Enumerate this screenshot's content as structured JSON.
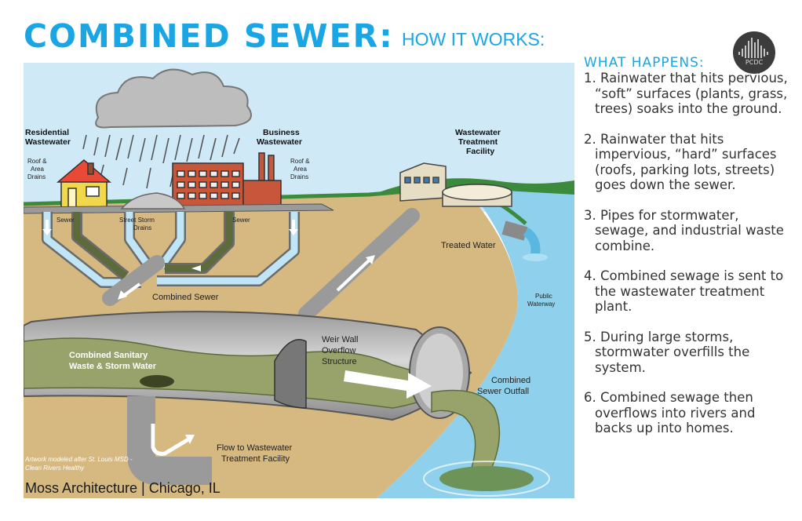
{
  "title": "COMBINED SEWER:",
  "subtitle": "HOW IT WORKS:",
  "logo_text": "PCDC",
  "sidebar": {
    "heading": "WHAT HAPPENS:",
    "steps": [
      "1. Rainwater that hits pervious, “soft” surfaces (plants, grass, trees) soaks into the ground.",
      "2. Rainwater that hits impervious, “hard” surfaces (roofs, parking lots, streets) goes down the sewer.",
      "3. Pipes for stormwater, sewage, and industrial waste combine.",
      "4. Combined sewage is sent to the wastewater treatment plant.",
      "5. During large storms, stormwater overfills the system.",
      "6. Combined sewage then overflows into rivers and backs up into homes."
    ]
  },
  "labels": {
    "residential_1": "Residential",
    "residential_2": "Wastewater",
    "business_1": "Business",
    "business_2": "Wastewater",
    "facility_1": "Wastewater",
    "facility_2": "Treatment",
    "facility_3": "Facility",
    "roof_left_1": "Roof &",
    "roof_left_2": "Area",
    "roof_left_3": "Drains",
    "roof_right_1": "Roof &",
    "roof_right_2": "Area",
    "roof_right_3": "Drains",
    "sewer_left": "Sewer",
    "street_storm_1": "Street Storm",
    "street_storm_2": "Drains",
    "sewer_right": "Sewer",
    "treated_water": "Treated Water",
    "combined_sewer": "Combined Sewer",
    "public_waterway_1": "Public",
    "public_waterway_2": "Waterway",
    "combined_sanitary_1": "Combined Sanitary",
    "combined_sanitary_2": "Waste & Storm Water",
    "weir_1": "Weir Wall",
    "weir_2": "Overflow",
    "weir_3": "Structure",
    "outfall_1": "Combined",
    "outfall_2": "Sewer Outfall",
    "flow_1": "Flow to Wastewater",
    "flow_2": "Treatment Facility"
  },
  "art_note": "Artwork modeled after St. Louis MSD - Clean Rivers Healthy",
  "credit": "Moss Architecture | Chicago, IL",
  "colors": {
    "accent": "#1aa6e4",
    "sky": "#cfe9f6",
    "ground": "#d6b881",
    "grass": "#3c8a3c",
    "water": "#8fd1ec",
    "sewage": "#98a36c",
    "pipe_storm": "#bfe5f6",
    "pipe_sewage": "#5d6b3c"
  }
}
